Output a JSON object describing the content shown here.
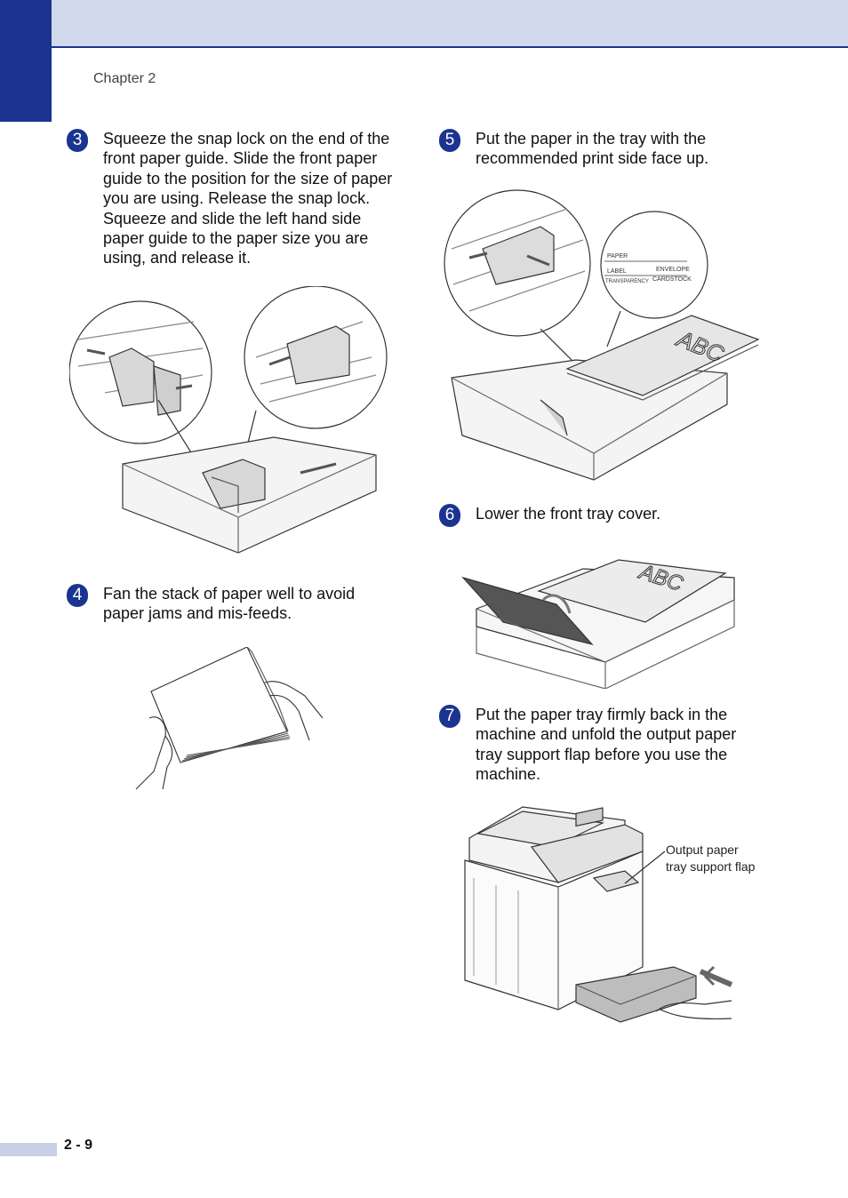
{
  "header": {
    "chapter": "Chapter 2"
  },
  "colors": {
    "accent": "#1a3490",
    "band": "#d3d9ec",
    "footer_bar": "#c8cfe6"
  },
  "steps": [
    {
      "number": "3",
      "text": "Squeeze the snap lock on the end of the front paper guide. Slide the front paper guide to the position for the size of paper you are using. Release the snap lock. Squeeze and slide the left hand side paper guide to the paper size you are using, and release it."
    },
    {
      "number": "4",
      "text": "Fan the stack of paper well to avoid paper jams and mis-feeds."
    },
    {
      "number": "5",
      "text": "Put the paper in the tray with the recommended print side face up."
    },
    {
      "number": "6",
      "text": "Lower the front tray cover."
    },
    {
      "number": "7",
      "text": "Put the paper tray firmly back in the machine and unfold the output paper tray support flap before you use the machine."
    }
  ],
  "figures": {
    "tray_label": {
      "paper": "PAPER",
      "label": "LABEL",
      "envelope": "ENVELOPE",
      "transparency": "TRANSPARENCY",
      "cardstock": "CARDSTOCK"
    },
    "paper_print": "ABC",
    "callout_line1": "Output paper",
    "callout_line2": "tray support flap"
  },
  "footer": {
    "page": "2 - 9"
  }
}
